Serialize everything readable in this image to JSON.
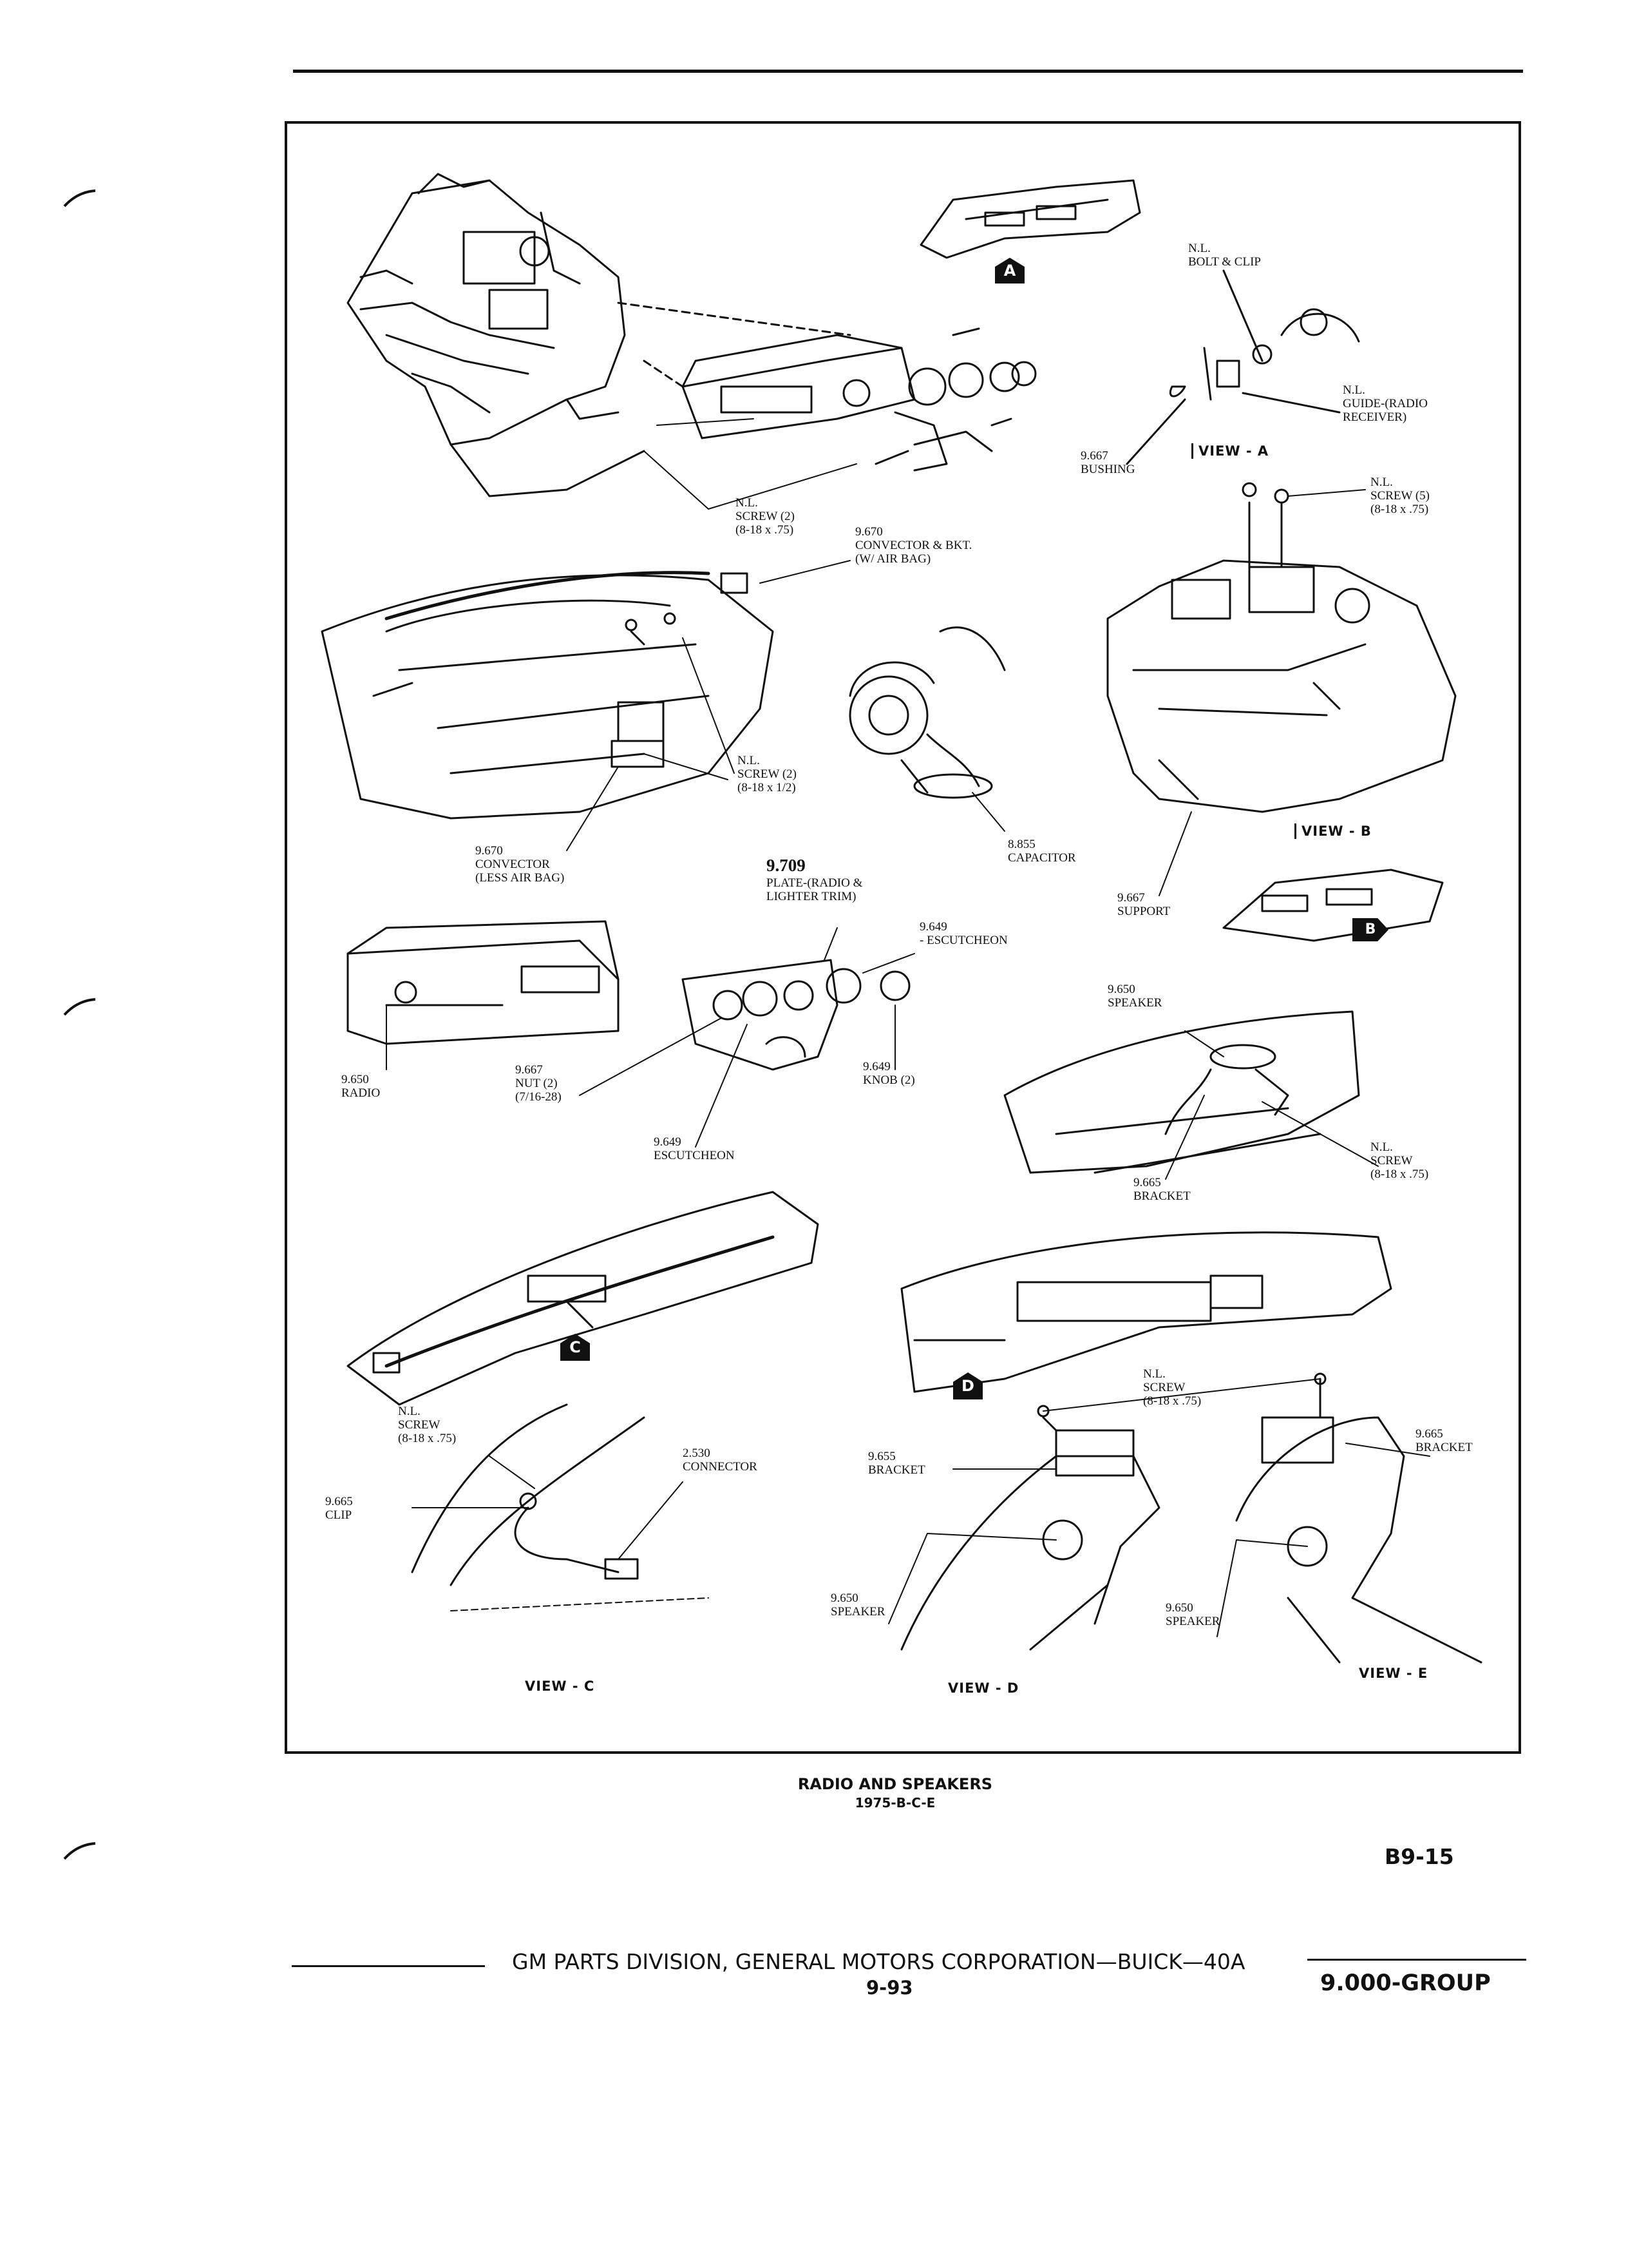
{
  "callouts": {
    "nl_bolt_clip": "N.L.\nBOLT & CLIP",
    "nl_guide": "N.L.\nGUIDE-(RADIO\nRECEIVER)",
    "bushing": "9.667\nBUSHING",
    "nl_screw_2_75": "N.L.\nSCREW (2)\n(8-18 x .75)",
    "convector_bkt": "9.670\nCONVECTOR & BKT.\n(W/ AIR BAG)",
    "nl_screw_5": "N.L.\nSCREW (5)\n(8-18 x .75)",
    "nl_screw_2_half": "N.L.\nSCREW (2)\n(8-18 x 1/2)",
    "capacitor": "8.855\nCAPACITOR",
    "convector_less": "9.670\nCONVECTOR\n(LESS AIR BAG)",
    "plate_num": "9.709",
    "plate_text": "PLATE-(RADIO &\nLIGHTER TRIM)",
    "support": "9.667\nSUPPORT",
    "escutcheon_top": "9.649\n- ESCUTCHEON",
    "radio": "9.650\nRADIO",
    "nut": "9.667\nNUT (2)\n(7/16-28)",
    "knob": "9.649\nKNOB (2)",
    "escutcheon_bottom": "9.649\nESCUTCHEON",
    "speaker_upper": "9.650\nSPEAKER",
    "nl_screw_right": "N.L.\nSCREW\n(8-18 x .75)",
    "bracket_upper": "9.665\nBRACKET",
    "nl_screw_c": "N.L.\nSCREW\n(8-18 x .75)",
    "connector": "2.530\nCONNECTOR",
    "clip": "9.665\nCLIP",
    "nl_screw_d": "N.L.\nSCREW\n(8-18 x .75)",
    "bracket_d": "9.655\nBRACKET",
    "speaker_d": "9.650\nSPEAKER",
    "bracket_e": "9.665\nBRACKET",
    "speaker_e": "9.650\nSPEAKER"
  },
  "views": {
    "a": "VIEW - A",
    "b": "VIEW - B",
    "c": "VIEW - C",
    "d": "VIEW - D",
    "e": "VIEW - E"
  },
  "markers": {
    "a": "A",
    "b": "B",
    "c": "C",
    "d": "D"
  },
  "caption": {
    "title": "RADIO AND SPEAKERS",
    "subtitle": "1975-B-C-E"
  },
  "page_code": "B9-15",
  "footer": {
    "line": "GM PARTS DIVISION, GENERAL MOTORS CORPORATION—BUICK—40A",
    "page": "9-93",
    "group": "9.000-GROUP"
  }
}
